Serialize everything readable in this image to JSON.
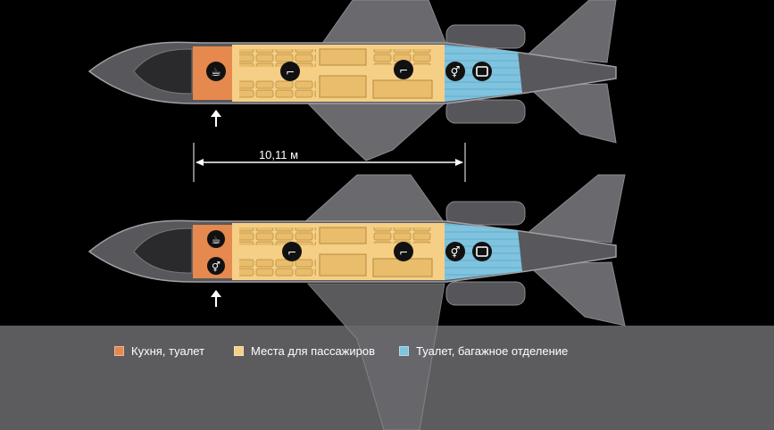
{
  "dimension_label": "10,11 м",
  "legend": [
    {
      "label": "Кухня, туалет",
      "color": "#e5894f"
    },
    {
      "label": "Места для пассажиров",
      "color": "#f5cf86"
    },
    {
      "label": "Туалет, багажное отделение",
      "color": "#7fc3df"
    }
  ],
  "icons": {
    "top": [
      "coffee-icon",
      "seat-icon",
      "seat-icon",
      "lavatory-icon",
      "luggage-icon"
    ],
    "bottom": [
      "coffee-icon",
      "lavatory-icon",
      "seat-icon",
      "seat-icon",
      "lavatory-icon",
      "luggage-icon"
    ]
  },
  "colors": {
    "fuselage": "#58585c",
    "wing": "#6e6e72",
    "background": "#000000",
    "ground": "#5c5c5e"
  }
}
